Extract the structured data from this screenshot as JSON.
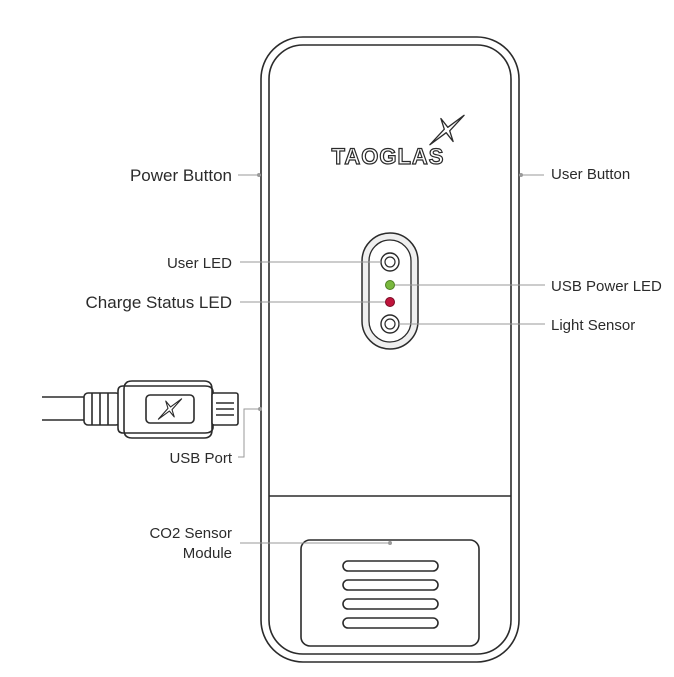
{
  "brand": {
    "logo_text": "TAOGLAS"
  },
  "labels": {
    "power_button": "Power Button",
    "user_button": "User Button",
    "user_led": "User LED",
    "charge_status_led": "Charge Status LED",
    "usb_power_led": "USB Power LED",
    "light_sensor": "Light Sensor",
    "usb_port": "USB Port",
    "co2_sensor_line1": "CO2 Sensor",
    "co2_sensor_line2": "Module"
  },
  "colors": {
    "outline": "#2b2b2b",
    "leader_line": "#9a9a9a",
    "usb_power_led": "#79b83e",
    "charge_status_led": "#c0143c",
    "led_panel_fill": "#efefef"
  },
  "icons": {
    "logo_mark": "star-mark-icon",
    "usb_plug_mark": "star-mark-icon"
  }
}
